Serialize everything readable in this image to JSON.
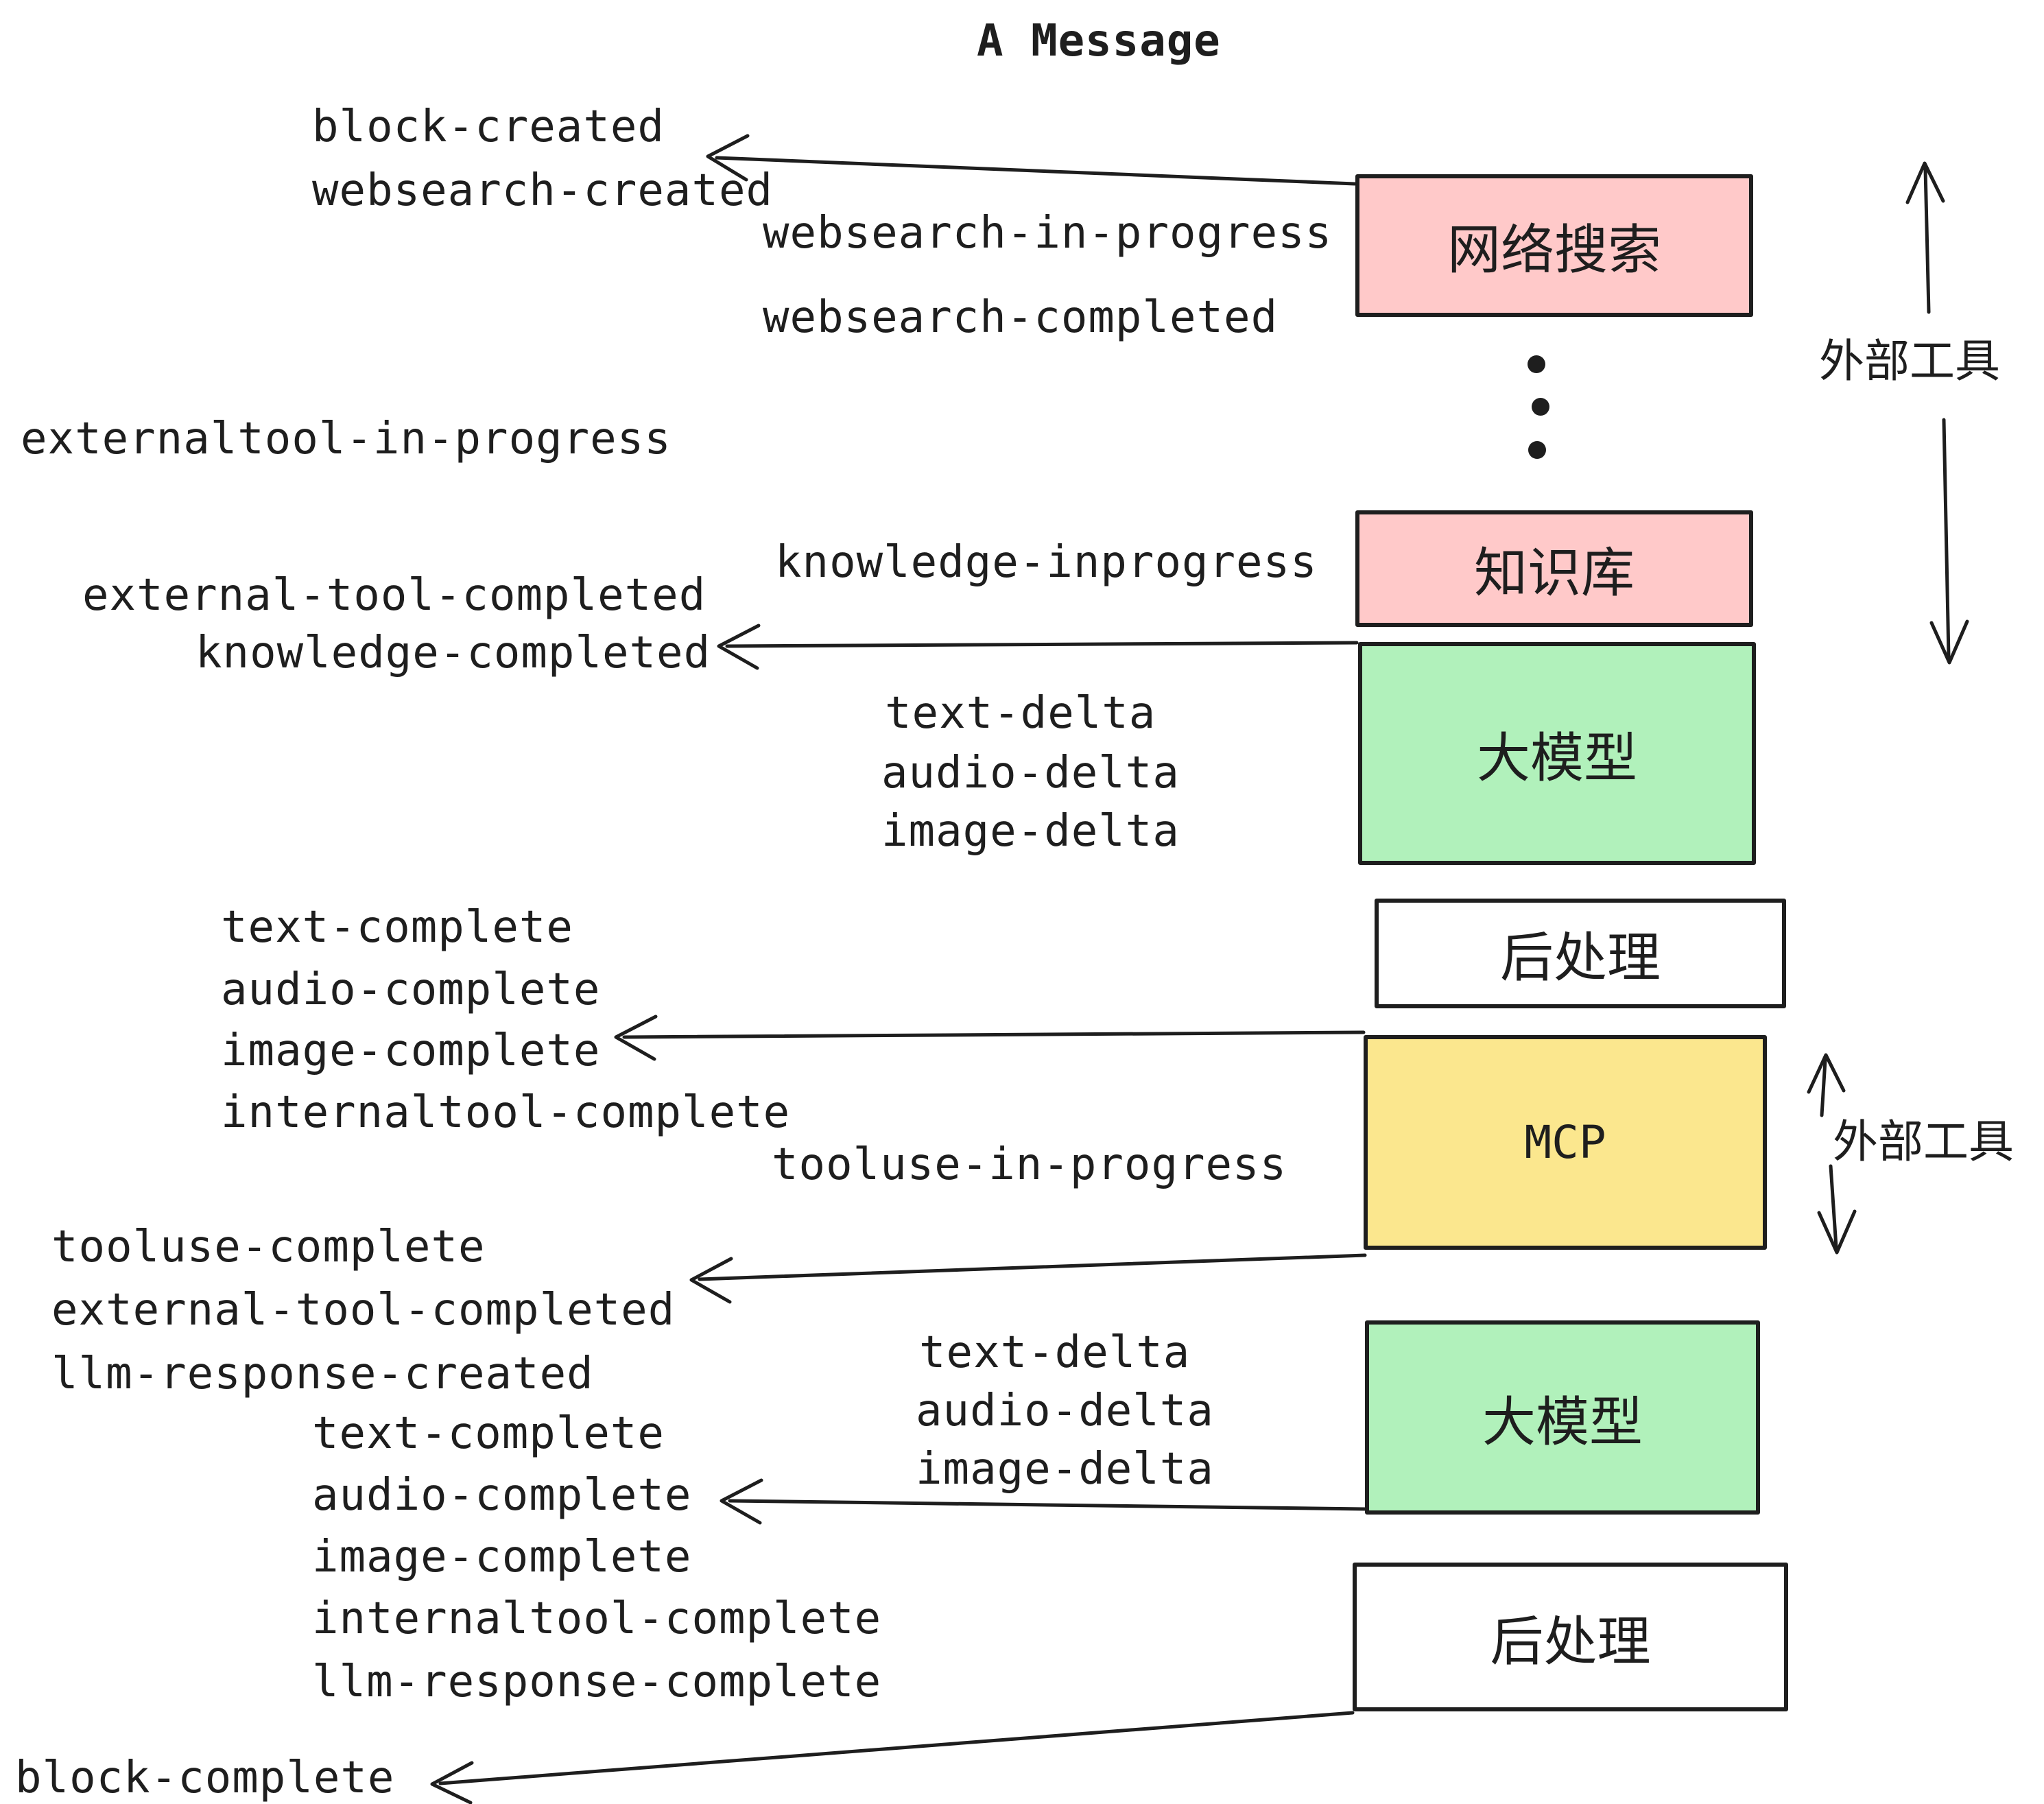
{
  "title": "A Message",
  "boxes": {
    "websearch": "网络搜索",
    "knowledge_base": "知识库",
    "llm_1": "大模型",
    "postprocess_1": "后处理",
    "mcp": "MCP",
    "llm_2": "大模型",
    "postprocess_2": "后处理"
  },
  "side_labels": {
    "external_tools_top": "外部工具",
    "external_tools_bottom": "外部工具"
  },
  "events": {
    "block_created": "block-created",
    "websearch_created": "websearch-created",
    "websearch_in_progress": "websearch-in-progress",
    "websearch_completed": "websearch-completed",
    "externaltool_in_progress": "externaltool-in-progress",
    "knowledge_inprogress": "knowledge-inprogress",
    "external_tool_completed_1": "external-tool-completed",
    "knowledge_completed": "knowledge-completed",
    "text_delta_1": "text-delta",
    "audio_delta_1": "audio-delta",
    "image_delta_1": "image-delta",
    "text_complete_1": "text-complete",
    "audio_complete_1": "audio-complete",
    "image_complete_1": "image-complete",
    "internaltool_complete_1": "internaltool-complete",
    "tooluse_in_progress": "tooluse-in-progress",
    "tooluse_complete": "tooluse-complete",
    "external_tool_completed_2": "external-tool-completed",
    "llm_response_created": "llm-response-created",
    "text_delta_2": "text-delta",
    "audio_delta_2": "audio-delta",
    "image_delta_2": "image-delta",
    "text_complete_2": "text-complete",
    "audio_complete_2": "audio-complete",
    "image_complete_2": "image-complete",
    "internaltool_complete_2": "internaltool-complete",
    "llm_response_complete": "llm-response-complete",
    "block_complete": "block-complete"
  },
  "colors": {
    "box_pink": "#FFC9C9",
    "box_green": "#B1F1BB",
    "box_yellow": "#FBE78E",
    "box_white": "#FFFFFF",
    "stroke": "#1e1e1e",
    "background": "#FFFFFF"
  }
}
